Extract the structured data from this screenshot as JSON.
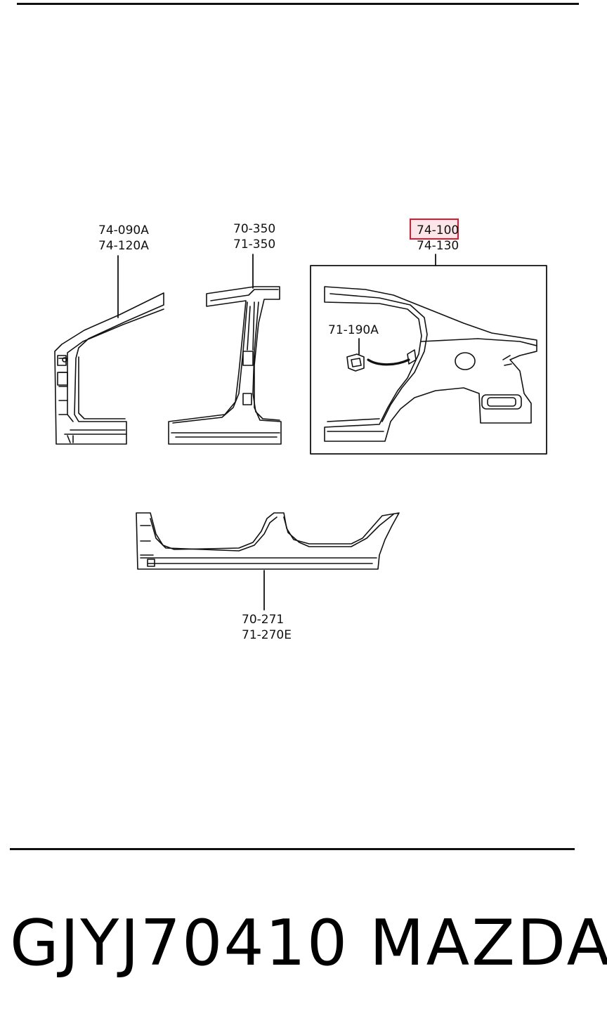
{
  "callouts": {
    "pillar_a": [
      "74-090A",
      "74-120A"
    ],
    "pillar_b": [
      "70-350",
      "71-350"
    ],
    "quarter_panel": [
      "74-100",
      "74-130"
    ],
    "fuel_lid": [
      "71-190A"
    ],
    "side_sill": [
      "70-271",
      "71-270E"
    ]
  },
  "highlighted_part": "74-100",
  "footer": {
    "part_number": "GJYJ70410",
    "brand": "MAZDA"
  },
  "colors": {
    "line": "#111111",
    "highlight": "#e0192f"
  }
}
